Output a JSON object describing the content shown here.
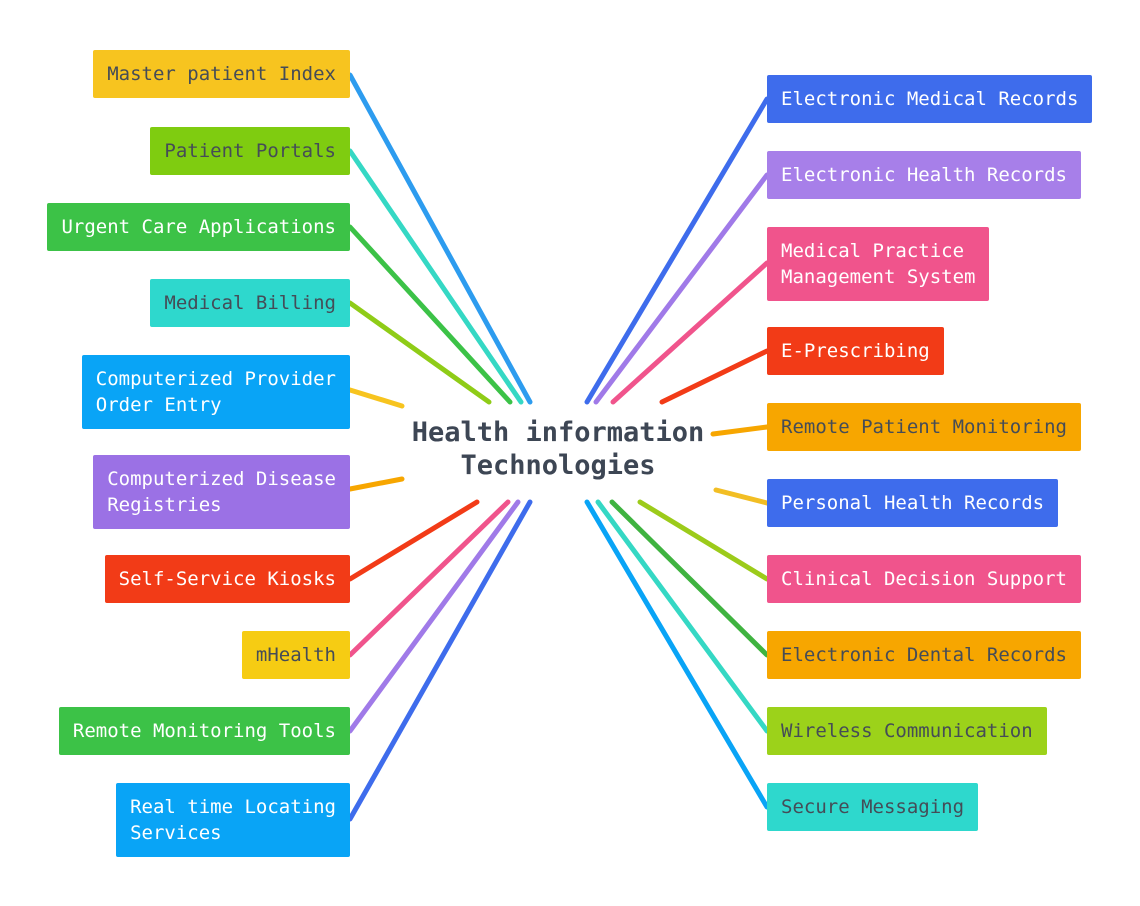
{
  "title": {
    "text": "Health information\nTechnologies",
    "color": "#3D4654"
  },
  "nodes": {
    "left": [
      {
        "label": "Master patient Index",
        "bg": "#F7C41F",
        "fg": "#454C57",
        "line": "#2D9CEF"
      },
      {
        "label": "Patient Portals",
        "bg": "#7FCC10",
        "fg": "#454C57",
        "line": "#35D8C4"
      },
      {
        "label": "Urgent Care Applications",
        "bg": "#3CC247",
        "fg": "#FFFFFF",
        "line": "#3CC247"
      },
      {
        "label": "Medical Billing",
        "bg": "#2ED8CD",
        "fg": "#454C57",
        "line": "#8FCC17"
      },
      {
        "label": "Computerized Provider\nOrder Entry",
        "bg": "#09A4F6",
        "fg": "#FFFFFF",
        "line": "#F7C41F"
      },
      {
        "label": "Computerized Disease\nRegistries",
        "bg": "#9B71E5",
        "fg": "#FFFFFF",
        "line": "#F7A600"
      },
      {
        "label": "Self-Service Kiosks",
        "bg": "#F23B17",
        "fg": "#FFFFFF",
        "line": "#F23B17"
      },
      {
        "label": "mHealth",
        "bg": "#F6CC13",
        "fg": "#454C57",
        "line": "#F0548C"
      },
      {
        "label": "Remote Monitoring Tools",
        "bg": "#3CC247",
        "fg": "#FFFFFF",
        "line": "#A07AE8"
      },
      {
        "label": "Real time Locating\nServices",
        "bg": "#09A4F6",
        "fg": "#FFFFFF",
        "line": "#3E6CEC"
      }
    ],
    "right": [
      {
        "label": "Electronic Medical Records",
        "bg": "#3E6CEC",
        "fg": "#FFFFFF",
        "line": "#3E6CEC"
      },
      {
        "label": "Electronic Health Records",
        "bg": "#A77FE9",
        "fg": "#FFFFFF",
        "line": "#A07AE8"
      },
      {
        "label": "Medical Practice\nManagement System",
        "bg": "#F0548C",
        "fg": "#FFFFFF",
        "line": "#F0548C"
      },
      {
        "label": "E-Prescribing",
        "bg": "#F23B17",
        "fg": "#FFFFFF",
        "line": "#F23B17"
      },
      {
        "label": "Remote Patient Monitoring",
        "bg": "#F7A600",
        "fg": "#454C57",
        "line": "#F7A600"
      },
      {
        "label": "Personal Health Records",
        "bg": "#3E6CEC",
        "fg": "#FFFFFF",
        "line": "#F2BE24"
      },
      {
        "label": "Clinical Decision Support",
        "bg": "#F0548C",
        "fg": "#FFFFFF",
        "line": "#9CCB1A"
      },
      {
        "label": "Electronic Dental Records",
        "bg": "#F7A600",
        "fg": "#454C57",
        "line": "#3FB340"
      },
      {
        "label": "Wireless Communication",
        "bg": "#9CD21A",
        "fg": "#454C57",
        "line": "#35D8C4"
      },
      {
        "label": "Secure Messaging",
        "bg": "#2ED8CD",
        "fg": "#454C57",
        "line": "#09A4F6"
      }
    ]
  }
}
